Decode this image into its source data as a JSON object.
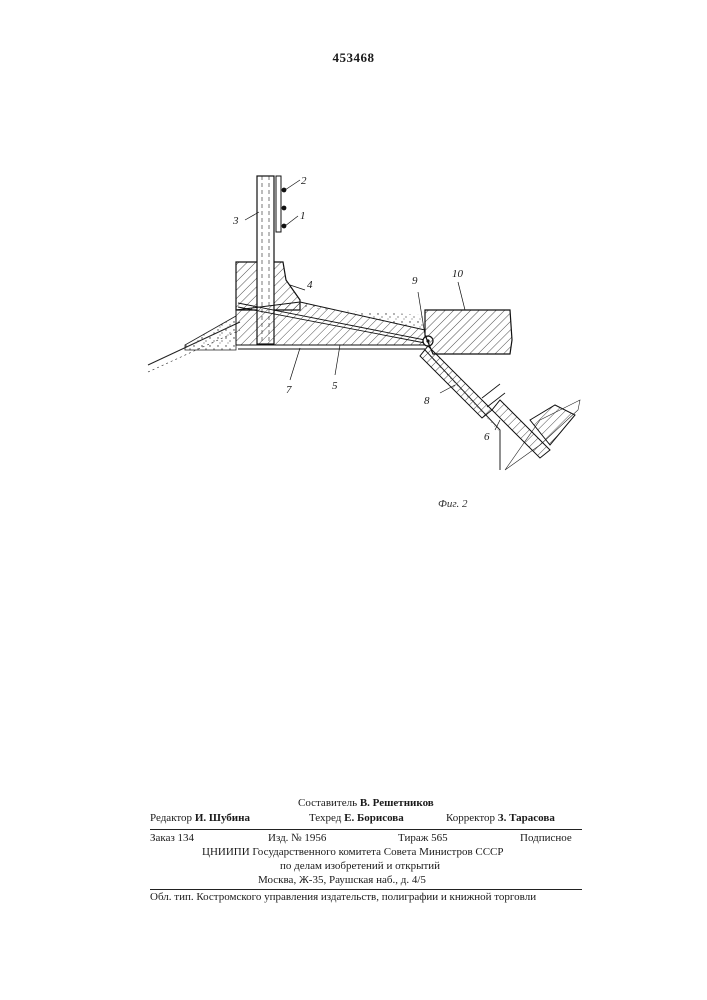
{
  "header": {
    "patent_number": "453468"
  },
  "figure": {
    "caption": "Фиг. 2",
    "part_labels": [
      "1",
      "2",
      "3",
      "4",
      "5",
      "6",
      "7",
      "8",
      "9",
      "10"
    ]
  },
  "imprint": {
    "composer_title": "Составитель",
    "composer_name": "В. Решетников",
    "editor_title": "Редактор",
    "editor_name": "И. Шубина",
    "techred_title": "Техред",
    "techred_name": "Е. Борисова",
    "corrector_title": "Корректор",
    "corrector_name": "З. Тарасова",
    "order": "Заказ 134",
    "edition": "Изд. № 1956",
    "print_run": "Тираж 565",
    "subscription": "Подписное",
    "publisher_line1": "ЦНИИПИ Государственного комитета Совета Министров СССР",
    "publisher_line2": "по делам изобретений и открытий",
    "publisher_address": "Москва, Ж-35, Раушская наб., д. 4/5",
    "printer": "Обл. тип. Костромского управления издательств, полиграфии и книжной торговли"
  }
}
